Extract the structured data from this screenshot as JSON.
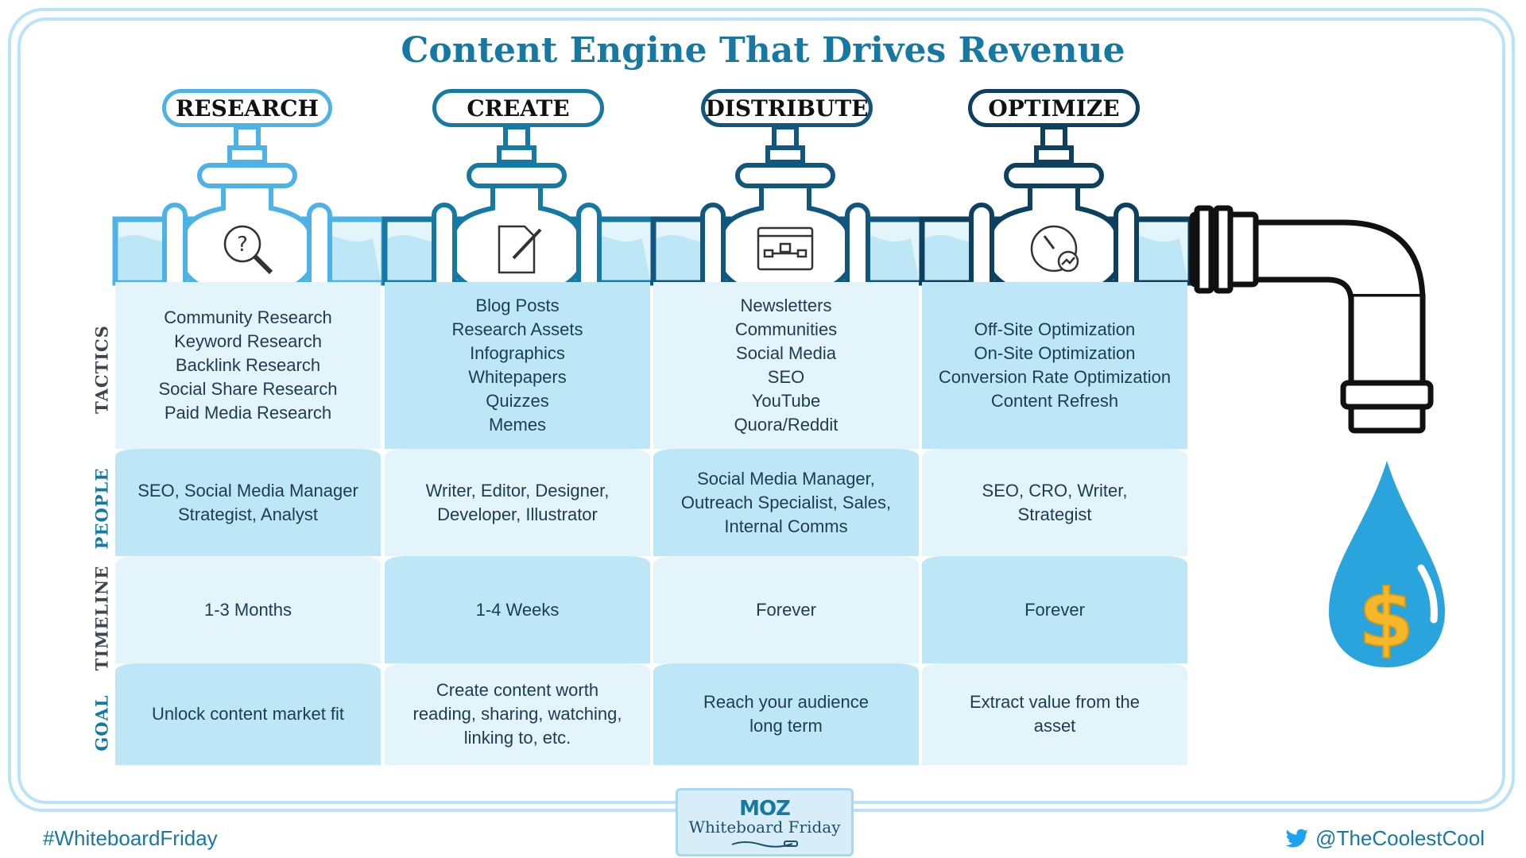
{
  "title": "Content Engine That Drives Revenue",
  "colors": {
    "stage1": "#4db3e6",
    "stage2": "#1679a4",
    "stage3": "#11567e",
    "stage4": "#0d3f5e",
    "title": "#1679a4",
    "band_light": "#e4f4fb",
    "band_mid": "#bde7f7",
    "drop": "#2aa4dd",
    "dollar": "#f6b72a"
  },
  "row_labels": [
    "TACTICS",
    "PEOPLE",
    "TIMELINE",
    "GOAL"
  ],
  "stages": [
    {
      "label": "RESEARCH",
      "icon": "magnifier-question-icon",
      "tactics": [
        "Community Research",
        "Keyword Research",
        "Backlink Research",
        "Social Share Research",
        "Paid Media Research"
      ],
      "people": [
        "SEO, Social Media Manager",
        "Strategist, Analyst"
      ],
      "timeline": "1-3 Months",
      "goal": [
        "Unlock content market fit"
      ]
    },
    {
      "label": "CREATE",
      "icon": "document-pen-icon",
      "tactics": [
        "Blog Posts",
        "Research Assets",
        "Infographics",
        "Whitepapers",
        "Quizzes",
        "Memes"
      ],
      "people": [
        "Writer, Editor, Designer,",
        "Developer, Illustrator"
      ],
      "timeline": "1-4 Weeks",
      "goal": [
        "Create content worth",
        "reading, sharing, watching,",
        "linking to, etc."
      ]
    },
    {
      "label": "DISTRIBUTE",
      "icon": "network-window-icon",
      "tactics": [
        "Newsletters",
        "Communities",
        "Social Media",
        "SEO",
        "YouTube",
        "Quora/Reddit"
      ],
      "people": [
        "Social Media Manager,",
        "Outreach Specialist, Sales,",
        "Internal Comms"
      ],
      "timeline": "Forever",
      "goal": [
        "Reach your audience",
        "long term"
      ]
    },
    {
      "label": "OPTIMIZE",
      "icon": "speedometer-icon",
      "tactics": [
        "Off-Site Optimization",
        "On-Site Optimization",
        "Conversion Rate Optimization",
        "Content Refresh"
      ],
      "people": [
        "SEO, CRO, Writer,",
        "Strategist"
      ],
      "timeline": "Forever",
      "goal": [
        "Extract value from the",
        "asset"
      ]
    }
  ],
  "drop_symbol": "$",
  "footer": {
    "hashtag": "#WhiteboardFriday",
    "handle": "@TheCoolestCool",
    "badge_logo": "MOZ",
    "badge_text": "Whiteboard Friday"
  }
}
